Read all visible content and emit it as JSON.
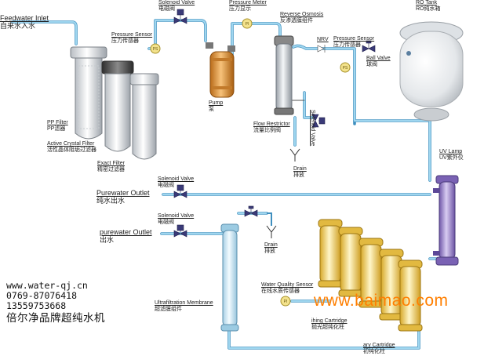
{
  "labels": {
    "feedwater_inlet": {
      "en": "Feedwater Inlet",
      "zh": "自来水入水"
    },
    "solenoid_valve_top": {
      "en": "Solenoid Valve",
      "zh": "电磁阀"
    },
    "pressure_meter": {
      "en": "Pressure Meter",
      "zh": "压力显示"
    },
    "reverse_osmosis": {
      "en": "Reverse Osmosis",
      "zh": "反渗透膜组件"
    },
    "ro_tank": {
      "en": "RO Tank",
      "zh": "RO纯水箱"
    },
    "pressure_sensor_left": {
      "en": "Pressure Sensor",
      "zh": "压力传感器"
    },
    "nrv": "NRV",
    "pressure_sensor_right": {
      "en": "Pressure Sensor",
      "zh": "压力传感器"
    },
    "ball_valve": {
      "en": "Ball Valve",
      "zh": "球阀"
    },
    "pump": {
      "en": "Pump",
      "zh": "泵"
    },
    "pp_filter": {
      "en": "PP Filter",
      "zh": "PP滤器"
    },
    "active_crystal_filter": {
      "en": "Active Crystal Filter",
      "zh": "活性晶体阻垢过滤器"
    },
    "exact_filter": {
      "en": "Exact Filter",
      "zh": "精密过滤器"
    },
    "flow_restrictor": {
      "en": "Flow Restrictor",
      "zh": "流量比例阀"
    },
    "solenoid_valve_vertical": {
      "en": "Solenoid Valve",
      "zh": "电磁阀"
    },
    "drain_top": {
      "en": "Drain",
      "zh": "排放"
    },
    "uv_lamp": {
      "en": "UV Lamp",
      "zh": "UV紫外仪"
    },
    "solenoid_valve_mid": {
      "en": "Solenoid Valve",
      "zh": "电磁阀"
    },
    "purewater_outlet_upper": {
      "en": "Purewater Outlet",
      "zh": "纯水出水"
    },
    "solenoid_valve_low": {
      "en": "Solenoid Valve",
      "zh": "电磁阀"
    },
    "purewater_outlet_lower": {
      "en": "purewater Outlet",
      "zh": "出水"
    },
    "drain_low": {
      "en": "Drain",
      "zh": "排放"
    },
    "ultrafiltration_membrane": {
      "en": "Ultrafiltration Membrane",
      "zh": "超滤膜组件"
    },
    "water_quality_sensor": {
      "en": "Water Quality Sensor",
      "zh": "在线水质传感器"
    },
    "polishing_cartridge": {
      "en": "ihing Cartridge",
      "zh": "抛光超纯化柱"
    },
    "primary_cartridge": {
      "en": "ary Cartridge",
      "zh": "初纯化柱"
    }
  },
  "gauge_text": {
    "ps_left": "PS",
    "pm": "PI",
    "ps_right": "PS",
    "wqs": "PI"
  },
  "contact": {
    "website": "www.water-qj.cn",
    "phone": "0769-87076418",
    "mobile": "13559753668",
    "brand": "倍尔净品牌超纯水机"
  },
  "watermark": "www.baimao.com",
  "colors": {
    "pipe": "#7fc8e8",
    "pipe_edge": "#3f8fbf",
    "pump": "#e8a040",
    "uv_lamp": "#9a7fc8",
    "cartridge": "#f2d35a",
    "valve": "#3a3a78",
    "gauge": "#f3e28c",
    "watermark": "#ff7f00"
  }
}
